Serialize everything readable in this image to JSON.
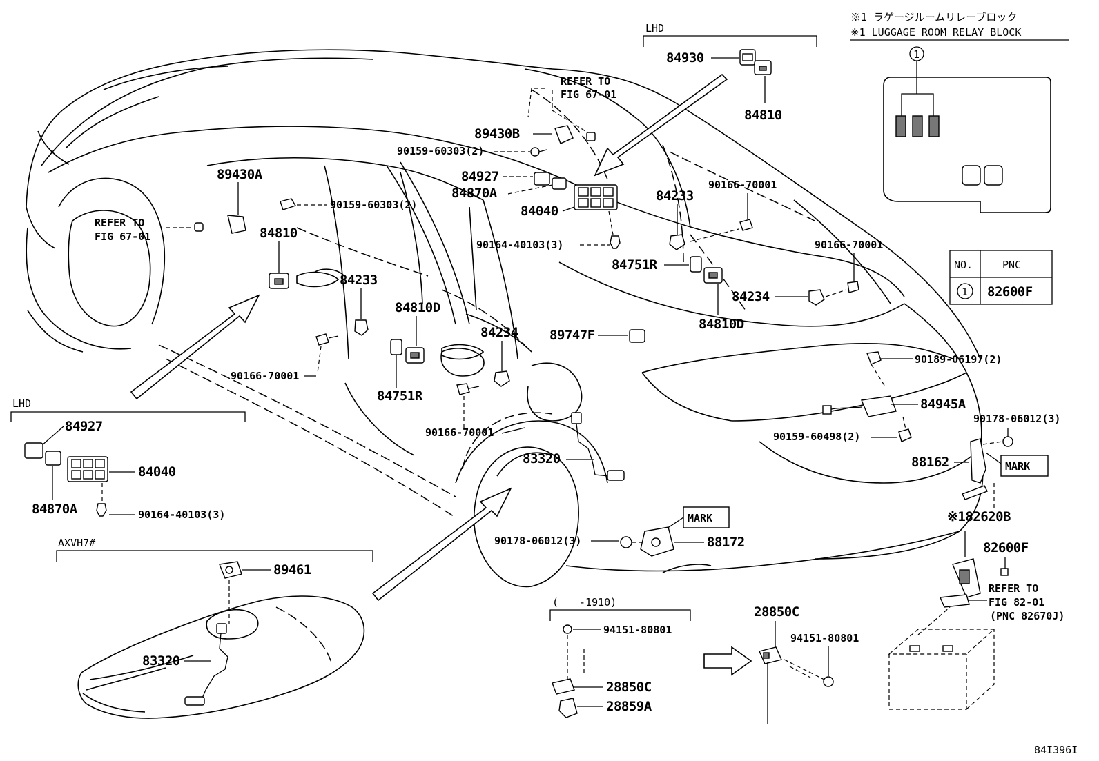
{
  "figure_id": "84I396I",
  "legend": {
    "note_jp": "※1 ラゲージルームリレーブロック",
    "note_en": "※1 LUGGAGE ROOM RELAY BLOCK",
    "circle_num": "1",
    "table": {
      "col_no": "NO.",
      "col_pnc": "PNC",
      "row_no": "1",
      "row_pnc": "82600F"
    }
  },
  "labels": {
    "lhd_top": "LHD",
    "lhd_left": "LHD",
    "axvh7": "AXVH7#",
    "range_1910": "(　　-1910)",
    "refer_top_1": "REFER TO",
    "refer_top_2": "FIG 67-01",
    "refer_left_1": "REFER TO",
    "refer_left_2": "FIG 67-01",
    "refer_right_1": "REFER TO",
    "refer_right_2": "FIG 82-01",
    "refer_right_3": "(PNC 82670J)",
    "mark_1": "MARK",
    "mark_2": "MARK"
  },
  "parts": {
    "p84930": "84930",
    "p84810_top": "84810",
    "p89430B": "89430B",
    "p90159_60303_top": "90159-60303(2)",
    "p84927_top": "84927",
    "p84870A_top": "84870A",
    "p84040_top": "84040",
    "p90164_40103_top": "90164-40103(3)",
    "p89430A": "89430A",
    "p90159_60303_left": "90159-60303(2)",
    "p84810_left": "84810",
    "p84233_top": "84233",
    "p90166_70001_top": "90166-70001",
    "p90166_70001_right": "90166-70001",
    "p84751R_top": "84751R",
    "p84234_right": "84234",
    "p84810D_right": "84810D",
    "p84233_mid": "84233",
    "p84810D_mid": "84810D",
    "p84234_mid": "84234",
    "p89747F": "89747F",
    "p90166_70001_left": "90166-70001",
    "p84751R_mid": "84751R",
    "p90166_70001_mid": "90166-70001",
    "p83320_mid": "83320",
    "p90189_06197": "90189-06197(2)",
    "p84945A": "84945A",
    "p90178_06012_right": "90178-06012(3)",
    "p90159_60498": "90159-60498(2)",
    "p88162": "88162",
    "p90178_06012_mid": "90178-06012(3)",
    "p88172": "88172",
    "p82620B": "※182620B",
    "p82600F": "82600F",
    "p84927_left": "84927",
    "p84040_left": "84040",
    "p84870A_left": "84870A",
    "p90164_40103_left": "90164-40103(3)",
    "p89461": "89461",
    "p83320_tank": "83320",
    "p94151_80801_a": "94151-80801",
    "p28850C_a": "28850C",
    "p28859A": "28859A",
    "p28850C_b": "28850C",
    "p94151_80801_b": "94151-80801"
  }
}
